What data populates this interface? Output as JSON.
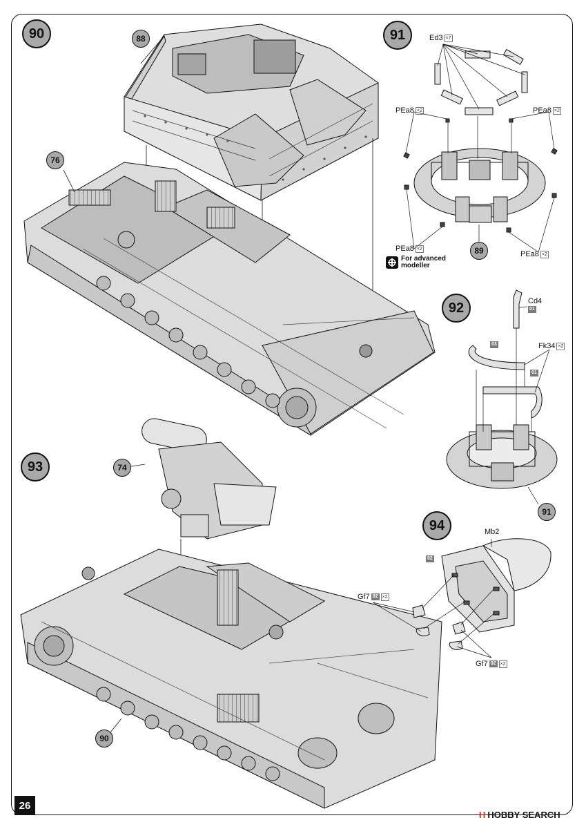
{
  "page_number": "26",
  "steps": {
    "s90": "90",
    "s91": "91",
    "s92": "92",
    "s93": "93",
    "s94": "94"
  },
  "refs": {
    "r88": "88",
    "r76": "76",
    "r89": "89",
    "r91": "91",
    "r74": "74",
    "r90": "90"
  },
  "parts": {
    "ed3": {
      "name": "Ed3",
      "qty": "×7"
    },
    "pea8_tl": {
      "name": "PEa8",
      "qty": "×2"
    },
    "pea8_tr": {
      "name": "PEa8",
      "qty": "×2"
    },
    "pea8_bl": {
      "name": "PEa8",
      "qty": "×2"
    },
    "pea8_br": {
      "name": "PEa8",
      "qty": "×2"
    },
    "cd4": {
      "name": "Cd4",
      "sprue": "01"
    },
    "fk34": {
      "name": "Fk34",
      "qty": "×2"
    },
    "sprue03": "03",
    "sprue01": "01",
    "mb2": {
      "name": "Mb2",
      "sprue": "02"
    },
    "gf7_left": {
      "name": "Gf7",
      "sprue": "02",
      "qty": "×2"
    },
    "gf7_right": {
      "name": "Gf7",
      "sprue": "02",
      "qty": "×2"
    }
  },
  "advanced_note": {
    "line1": "For advanced",
    "line2": "modeller"
  },
  "watermark": {
    "brand": "HOBBY SEARCH",
    "mark": "H"
  },
  "colors": {
    "step_fill": "#a9a9a9",
    "line": "#111111",
    "model_fill": "#dcdcdc"
  }
}
